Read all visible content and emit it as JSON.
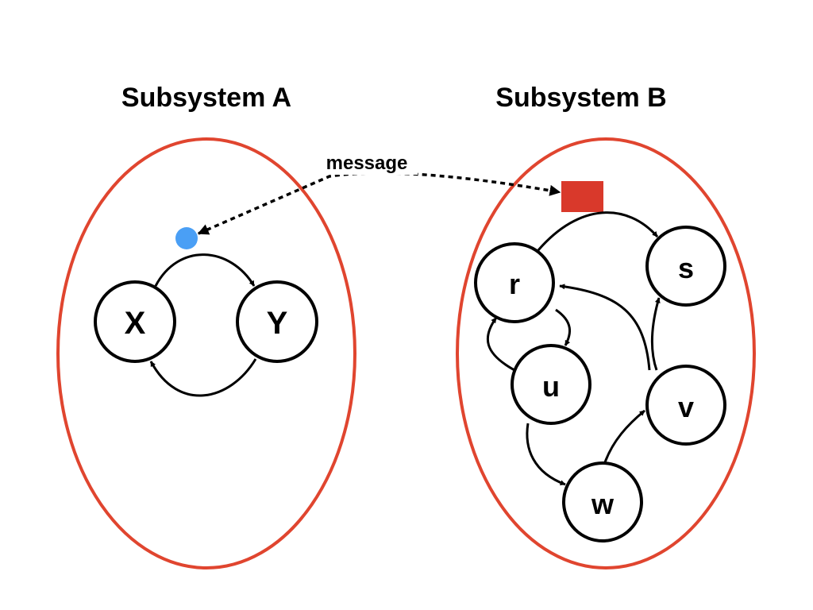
{
  "subsystem_a": {
    "title": "Subsystem A",
    "nodes": [
      {
        "id": "X",
        "label": "X"
      },
      {
        "id": "Y",
        "label": "Y"
      }
    ],
    "edges": [
      {
        "from": "X",
        "to": "Y"
      },
      {
        "from": "Y",
        "to": "X"
      }
    ],
    "endpoint": {
      "shape": "circle",
      "color": "#4a9ff5"
    }
  },
  "subsystem_b": {
    "title": "Subsystem B",
    "nodes": [
      {
        "id": "r",
        "label": "r"
      },
      {
        "id": "s",
        "label": "s"
      },
      {
        "id": "u",
        "label": "u"
      },
      {
        "id": "v",
        "label": "v"
      },
      {
        "id": "w",
        "label": "w"
      }
    ],
    "edges": [
      {
        "from": "r",
        "to": "s"
      },
      {
        "from": "r",
        "to": "u"
      },
      {
        "from": "u",
        "to": "r"
      },
      {
        "from": "v",
        "to": "r"
      },
      {
        "from": "v",
        "to": "s"
      },
      {
        "from": "u",
        "to": "w"
      },
      {
        "from": "w",
        "to": "v"
      }
    ],
    "endpoint": {
      "shape": "square",
      "color": "#d9392b"
    }
  },
  "message": {
    "label": "message",
    "style": "dashed",
    "direction": "bidirectional"
  },
  "colors": {
    "boundary": "#e0452f",
    "node_stroke": "#000000",
    "edge": "#000000"
  }
}
